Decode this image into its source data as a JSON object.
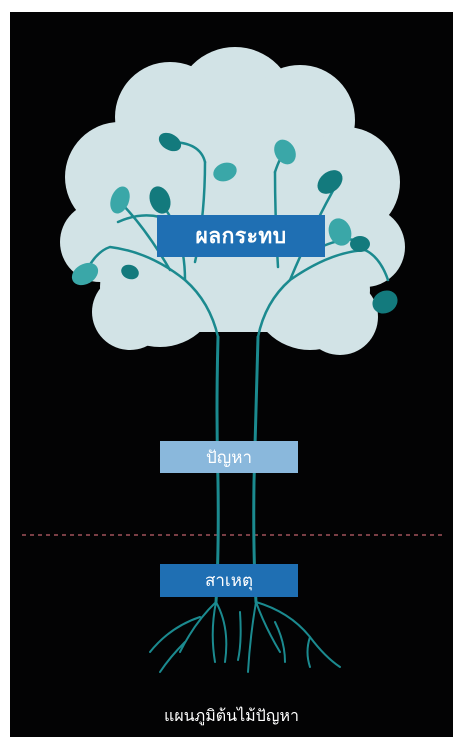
{
  "labels": {
    "effect": "ผลกระทบ",
    "problem": "ปัญหา",
    "cause": "สาเหตุ"
  },
  "caption": "แผนภูมิต้นไม้ปัญหา",
  "colors": {
    "background": "#030304",
    "canopy": "#d2e3e6",
    "branch": "#1b8a8f",
    "leaf_light": "#3aa7a8",
    "leaf_dark": "#137a7d",
    "ground_line": "#7a3e45",
    "effect_box": "#1f6fb3",
    "problem_box": "#8ab8dc",
    "cause_box": "#1f6fb3"
  }
}
